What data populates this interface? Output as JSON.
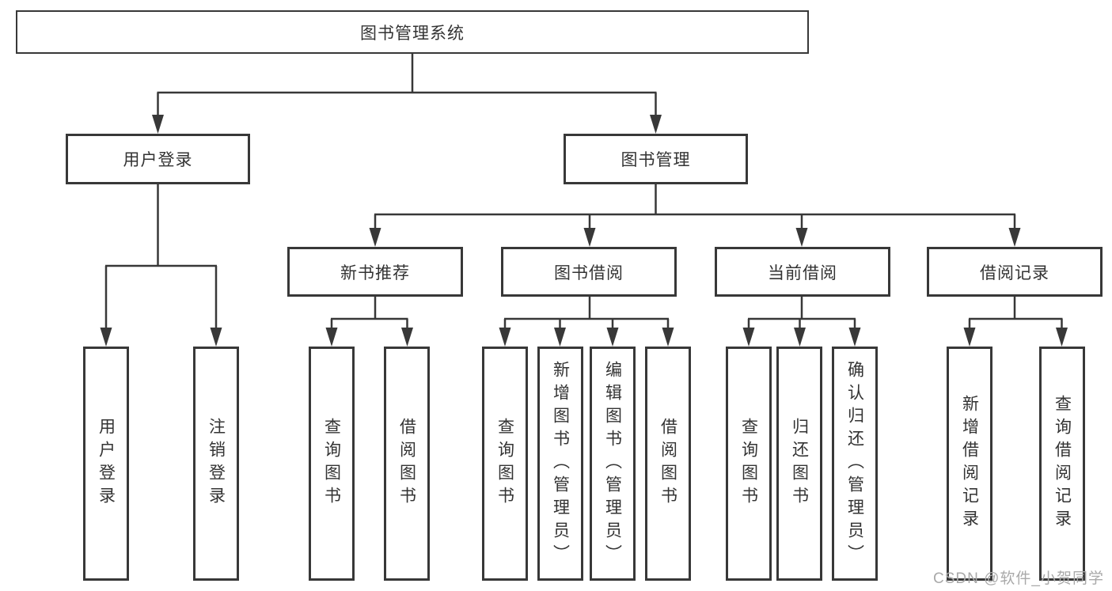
{
  "diagram": {
    "root_label": "图书管理系统",
    "level2": [
      "用户登录",
      "图书管理"
    ],
    "level3": [
      "新书推荐",
      "图书借阅",
      "当前借阅",
      "借阅记录"
    ],
    "leaves_login": [
      "用户登录",
      "注销登录"
    ],
    "leaves_newbook": [
      "查询图书",
      "借阅图书"
    ],
    "leaves_bookborrow": [
      "查询图书",
      "新增图书（管理员）",
      "编辑图书（管理员）",
      "借阅图书"
    ],
    "leaves_current": [
      "查询图书",
      "归还图书",
      "确认归还（管理员）"
    ],
    "leaves_records": [
      "新增借阅记录",
      "查询借阅记录"
    ],
    "watermark": "CSDN @软件_小贺同学",
    "colors": {
      "line": "#383838",
      "box_border": "#383838",
      "label_text": "#333333",
      "watermark_text": "#a9a9a9",
      "background": "#ffffff"
    }
  }
}
